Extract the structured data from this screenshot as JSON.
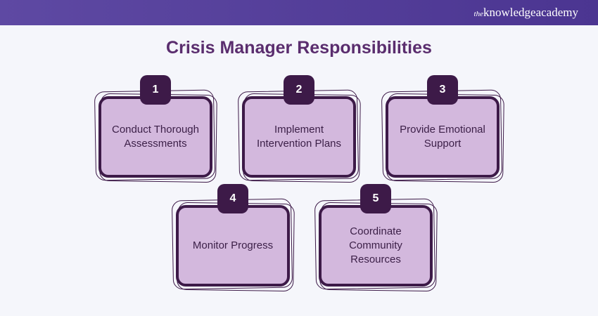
{
  "header": {
    "logo": "theknowledgeacademy",
    "logo_prefix": "the",
    "logo_main": "knowledgeacademy"
  },
  "title": "Crisis Manager Responsibilities",
  "items": [
    {
      "number": "1",
      "label": "Conduct Thorough Assessments"
    },
    {
      "number": "2",
      "label": "Implement Intervention Plans"
    },
    {
      "number": "3",
      "label": "Provide Emotional Support"
    },
    {
      "number": "4",
      "label": "Monitor Progress"
    },
    {
      "number": "5",
      "label": "Coordinate Community Resources"
    }
  ]
}
